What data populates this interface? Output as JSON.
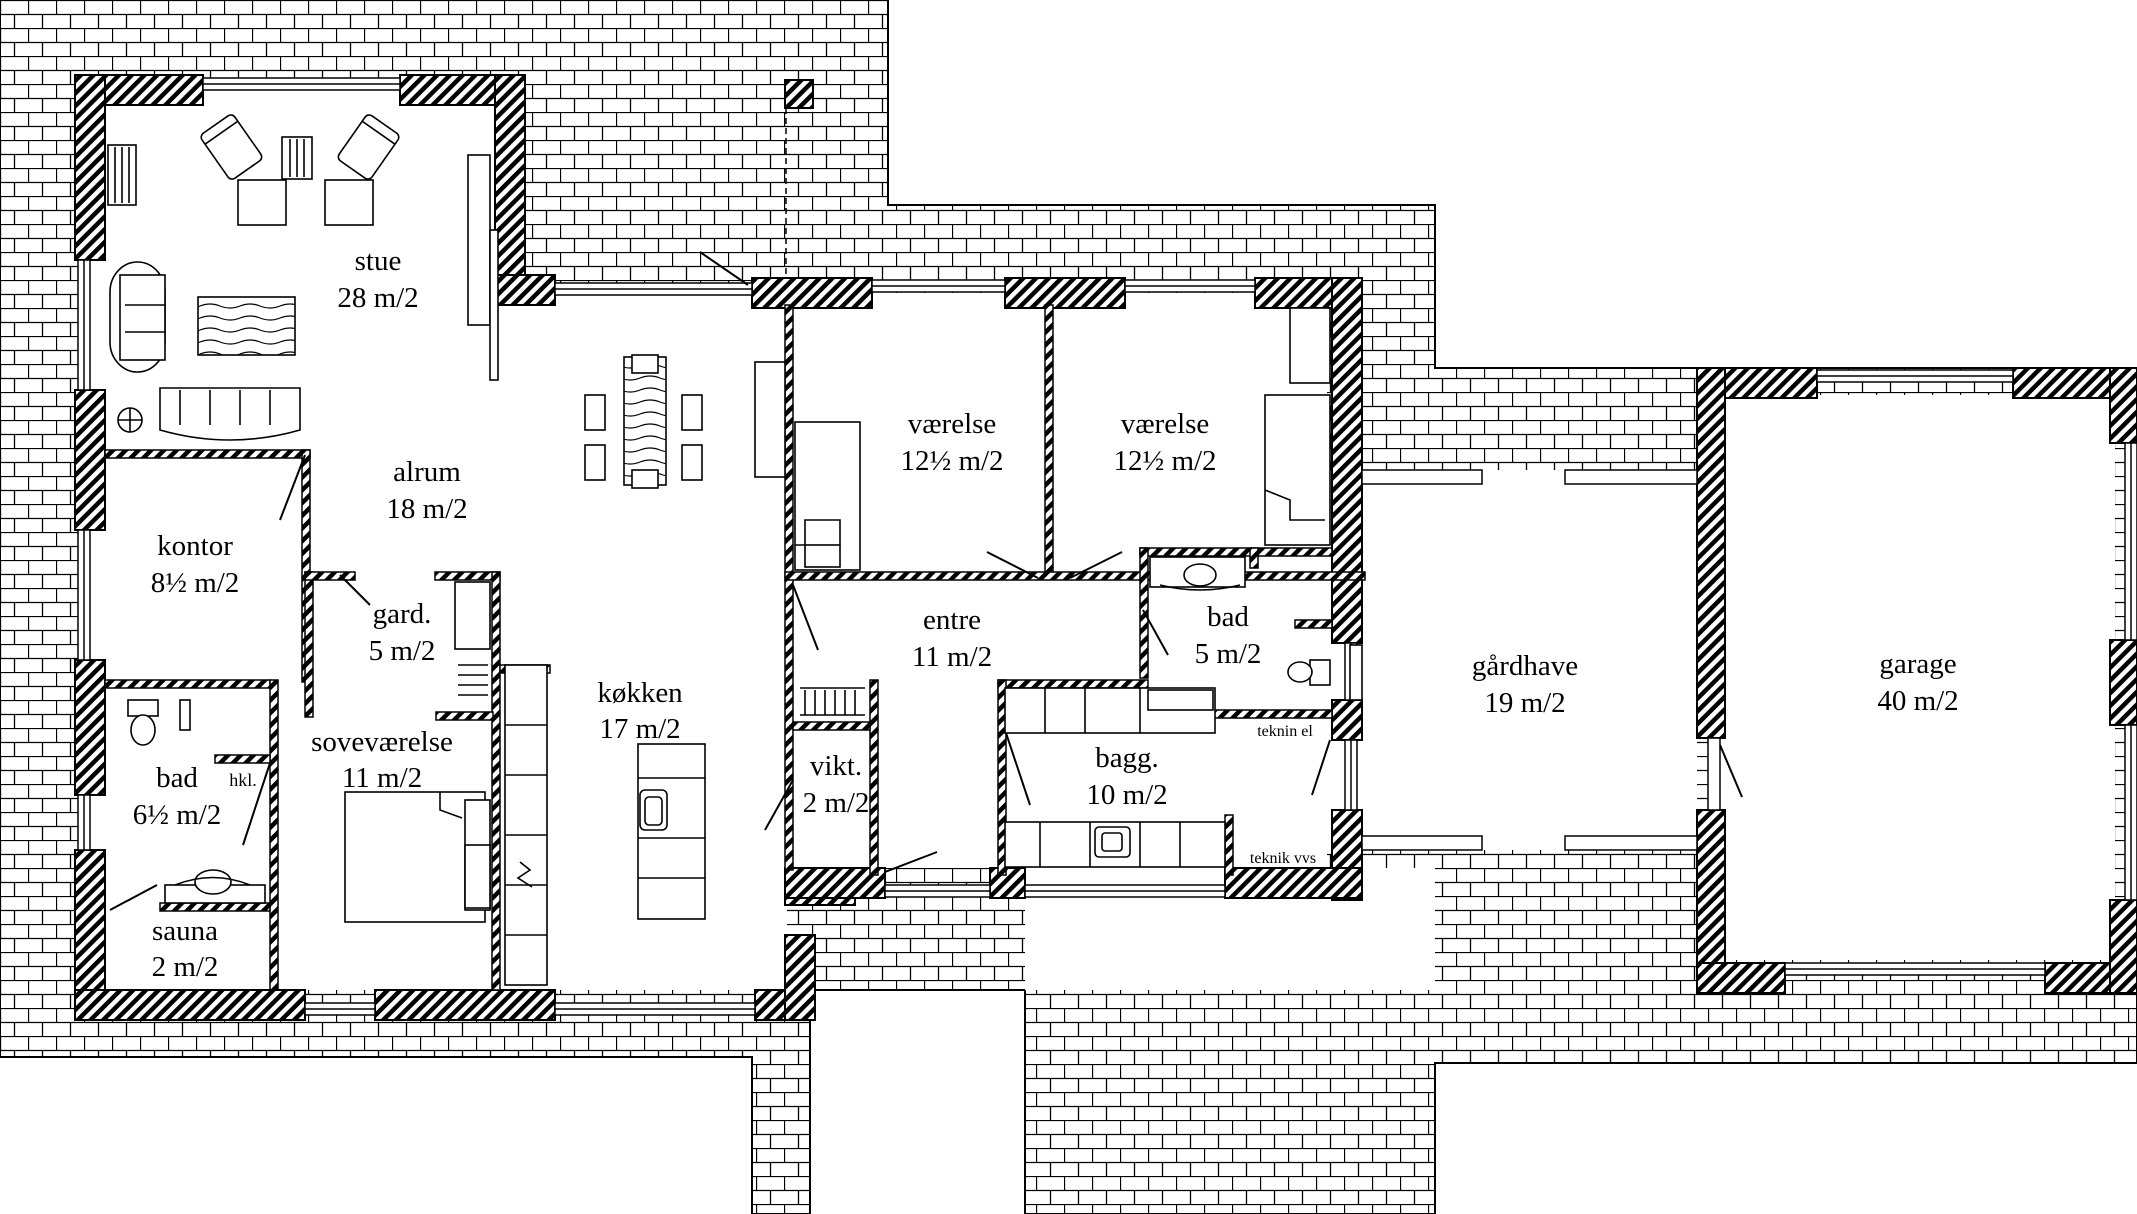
{
  "rooms": {
    "stue": {
      "name": "stue",
      "area": "28 m/2"
    },
    "alrum": {
      "name": "alrum",
      "area": "18 m/2"
    },
    "kontor": {
      "name": "kontor",
      "area": "8½ m/2"
    },
    "gard": {
      "name": "gard.",
      "area": "5 m/2"
    },
    "sovevaerelse": {
      "name": "soveværelse",
      "area": "11 m/2"
    },
    "bad1": {
      "name": "bad",
      "area": "6½ m/2"
    },
    "hkl": {
      "name": "hkl."
    },
    "sauna": {
      "name": "sauna",
      "area": "2 m/2"
    },
    "kokken": {
      "name": "køkken",
      "area": "17 m/2"
    },
    "vaerelse1": {
      "name": "værelse",
      "area": "12½ m/2"
    },
    "vaerelse2": {
      "name": "værelse",
      "area": "12½ m/2"
    },
    "entre": {
      "name": "entre",
      "area": "11 m/2"
    },
    "vikt": {
      "name": "vikt.",
      "area": "2 m/2"
    },
    "bad2": {
      "name": "bad",
      "area": "5 m/2"
    },
    "teknin_el": {
      "name": "teknin el"
    },
    "bagg": {
      "name": "bagg.",
      "area": "10 m/2"
    },
    "teknik_vvs": {
      "name": "teknik vvs"
    },
    "gardhave": {
      "name": "gårdhave",
      "area": "19 m/2"
    },
    "garage": {
      "name": "garage",
      "area": "40 m/2"
    }
  }
}
